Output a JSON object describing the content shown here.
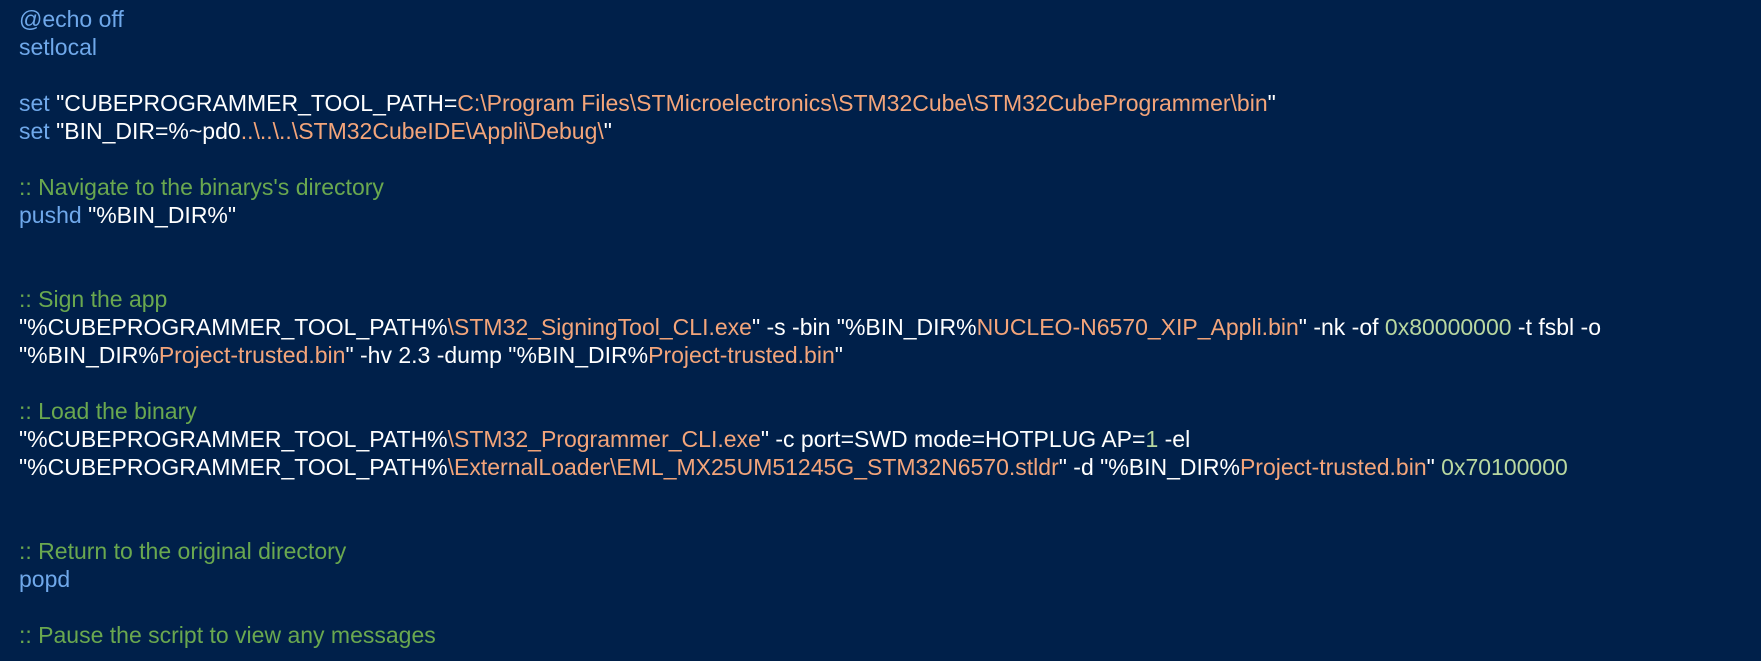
{
  "script": {
    "lines": [
      [
        [
          "@echo off",
          "kw"
        ]
      ],
      [
        [
          "setlocal",
          "kw"
        ]
      ],
      [],
      [
        [
          "set ",
          "kw"
        ],
        [
          "\"",
          "q"
        ],
        [
          "CUBEPROGRAMMER_TOOL_PATH=",
          "var"
        ],
        [
          "C:\\Program Files\\STMicroelectronics\\STM32Cube\\STM32CubeProgrammer\\bin",
          "str"
        ],
        [
          "\"",
          "q"
        ]
      ],
      [
        [
          "set ",
          "kw"
        ],
        [
          "\"",
          "q"
        ],
        [
          "BIN_DIR=%~pd0",
          "var"
        ],
        [
          "..\\..\\..\\STM32CubeIDE\\Appli\\Debug\\",
          "str"
        ],
        [
          "\"",
          "q"
        ]
      ],
      [],
      [
        [
          ":: Navigate to the binarys's directory",
          "cmt"
        ]
      ],
      [
        [
          "pushd ",
          "kw"
        ],
        [
          "\"",
          "q"
        ],
        [
          "%BIN_DIR%",
          "var"
        ],
        [
          "\"",
          "q"
        ]
      ],
      [],
      [],
      [
        [
          ":: Sign the app",
          "cmt"
        ]
      ],
      [
        [
          "\"%CUBEPROGRAMMER_TOOL_PATH%",
          "var"
        ],
        [
          "\\STM32_SigningTool_CLI.exe",
          "str"
        ],
        [
          "\" -s -bin \"%BIN_DIR%",
          "txt"
        ],
        [
          "NUCLEO-N6570_XIP_Appli.bin",
          "str"
        ],
        [
          "\" -nk -of ",
          "txt"
        ],
        [
          "0x80000000",
          "num"
        ],
        [
          " -t fsbl -o",
          "txt"
        ]
      ],
      [
        [
          "\"%BIN_DIR%",
          "var"
        ],
        [
          "Project-trusted.bin",
          "str"
        ],
        [
          "\" -hv 2.3 -dump \"%BIN_DIR%",
          "txt"
        ],
        [
          "Project-trusted.bin",
          "str"
        ],
        [
          "\"",
          "q"
        ]
      ],
      [],
      [
        [
          ":: Load the binary",
          "cmt"
        ]
      ],
      [
        [
          "\"%CUBEPROGRAMMER_TOOL_PATH%",
          "var"
        ],
        [
          "\\STM32_Programmer_CLI.exe",
          "str"
        ],
        [
          "\" -c port=SWD mode=HOTPLUG AP=",
          "txt"
        ],
        [
          "1",
          "num"
        ],
        [
          " -el",
          "txt"
        ]
      ],
      [
        [
          "\"%CUBEPROGRAMMER_TOOL_PATH%",
          "var"
        ],
        [
          "\\ExternalLoader\\EML_MX25UM51245G_STM32N6570.stldr",
          "str"
        ],
        [
          "\" -d \"%BIN_DIR%",
          "txt"
        ],
        [
          "Project-trusted.bin",
          "str"
        ],
        [
          "\" ",
          "txt"
        ],
        [
          "0x70100000",
          "num"
        ]
      ],
      [],
      [],
      [
        [
          ":: Return to the original directory",
          "cmt"
        ]
      ],
      [
        [
          "popd",
          "kw"
        ]
      ],
      [],
      [
        [
          ":: Pause the script to view any messages",
          "cmt"
        ]
      ]
    ]
  },
  "colors": {
    "background": "#00204a",
    "keyword": "#6fa8ea",
    "string": "#f4a57a",
    "number": "#b9d8a0",
    "comment": "#6aa84f",
    "plain": "#ffffff"
  }
}
